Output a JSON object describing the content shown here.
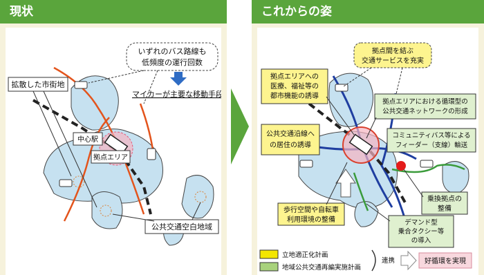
{
  "left": {
    "title": "現状",
    "callout_bus": [
      "いずれのバス路線も",
      "低頻度の運行回数"
    ],
    "mycar": "マイカーが主要な移動手段",
    "sprawl": "拡散した市街地",
    "central_station": "中心駅",
    "hub_area": "拠点エリア",
    "blank_area": "公共交通空白地域"
  },
  "right": {
    "title": "これからの姿",
    "callout_connect": [
      "拠点間を結ぶ",
      "交通サービスを充実"
    ],
    "callout_urban": [
      "拠点エリアへの",
      "医療、福祉等の",
      "都市機能の誘導"
    ],
    "callout_network": [
      "拠点エリアにおける循環型の",
      "公共交通ネットワークの形成"
    ],
    "callout_residence": [
      "公共交通沿線へ",
      "の居住の誘導"
    ],
    "callout_feeder": [
      "コミュニティバス等による",
      "フィーダー（支線）輸送"
    ],
    "callout_transfer": [
      "乗換拠点の",
      "整備"
    ],
    "callout_walk": [
      "歩行空間や自転車",
      "利用環境の整備"
    ],
    "callout_demand": [
      "デマンド型",
      "乗合タクシー等",
      "の導入"
    ]
  },
  "legend": {
    "yellow_label": "立地適正化計画",
    "green_label": "地域公共交通再編実施計画",
    "link_label": "連携",
    "result_label": "好循環を実現",
    "yellow_color": "#f3e600",
    "green_color": "#a8d27c"
  },
  "colors": {
    "header": "#5aa53c",
    "panel_bg": "#f6f2dc",
    "region_fill": "#c6e1f0",
    "road_orange": "#e3541c",
    "road_blue": "#1f3ea0",
    "road_green": "#3a9b3a",
    "hub_pink": "#f6b5c2",
    "callout_yellow": "#fdf48f"
  }
}
